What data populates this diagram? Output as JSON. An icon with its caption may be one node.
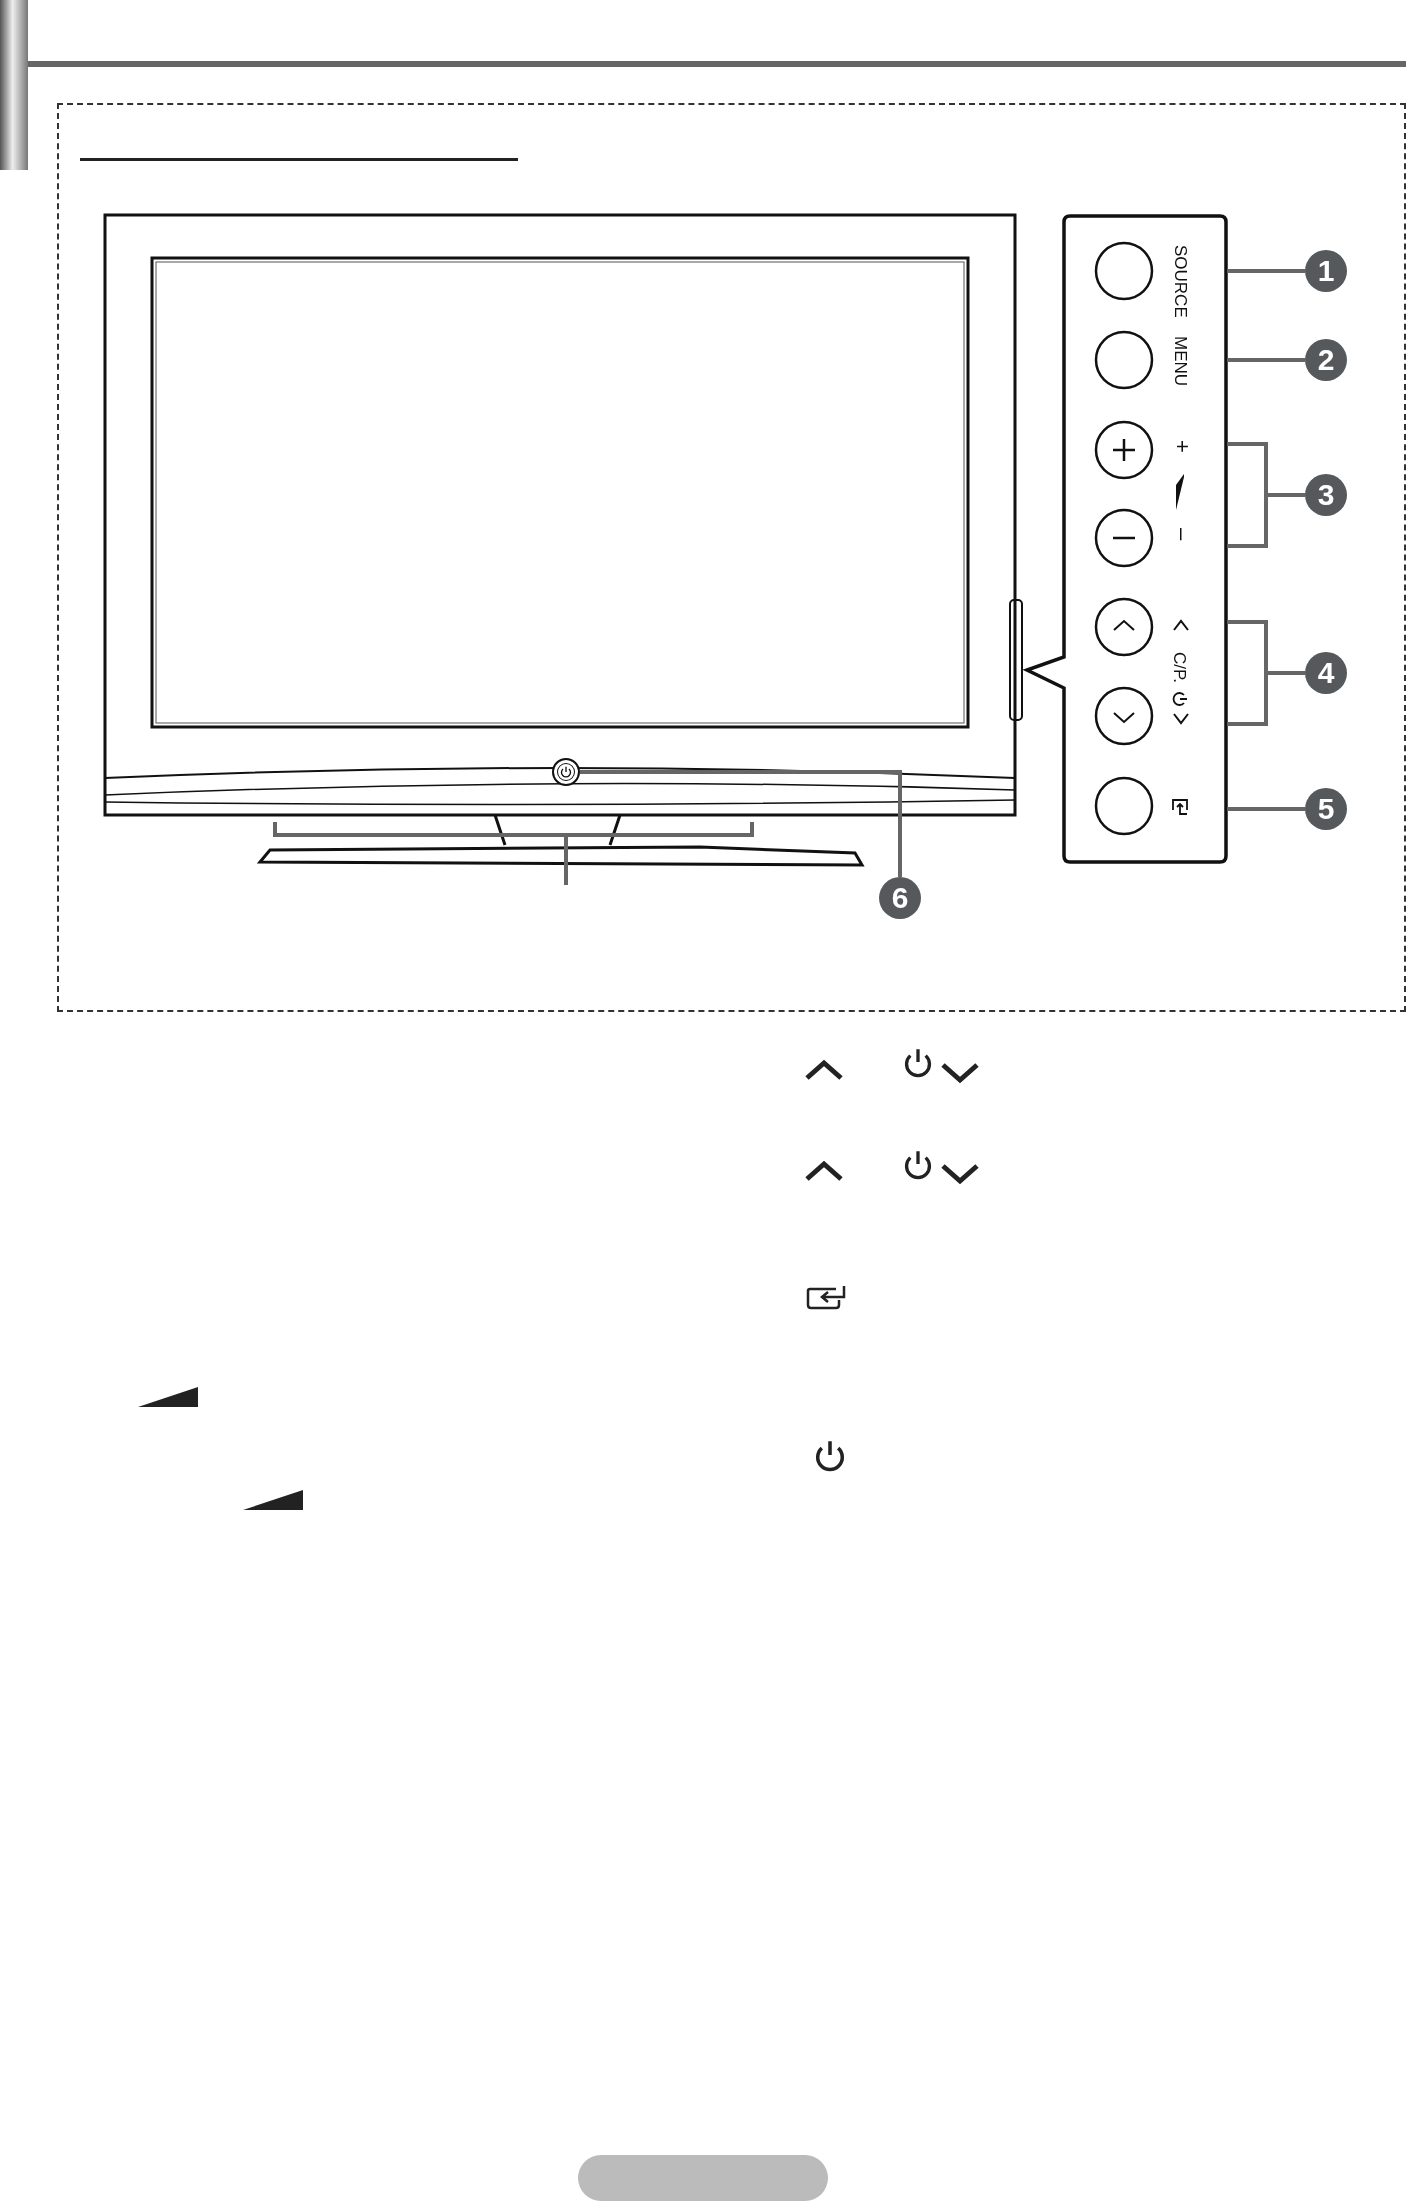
{
  "diagram": {
    "nodes": [
      {
        "text": [
          "1"
        ]
      },
      {
        "text": [
          "2"
        ]
      },
      {
        "text": [
          "3"
        ]
      },
      {
        "text": [
          "4"
        ]
      },
      {
        "text": [
          "5"
        ]
      },
      {
        "text": [
          "6"
        ]
      },
      {
        "text": [],
        "shape": "circle"
      },
      {
        "text": [],
        "shape": "box"
      }
    ],
    "edges": [
      {
        "from": 0,
        "to": 7,
        "arrow": "none"
      },
      {
        "from": 1,
        "to": 7,
        "arrow": "none"
      },
      {
        "from": 2,
        "to": 7,
        "arrow": "none"
      },
      {
        "from": 2,
        "to": 7,
        "arrow": "none"
      },
      {
        "from": 3,
        "to": 7,
        "arrow": "none"
      },
      {
        "from": 3,
        "to": 7,
        "arrow": "none"
      },
      {
        "from": 4,
        "to": 7,
        "arrow": "none"
      },
      {
        "from": 5,
        "to": 6,
        "arrow": "none"
      }
    ],
    "labels": [
      "SOURCE",
      "MENU",
      "+",
      "–",
      "C/P."
    ]
  }
}
